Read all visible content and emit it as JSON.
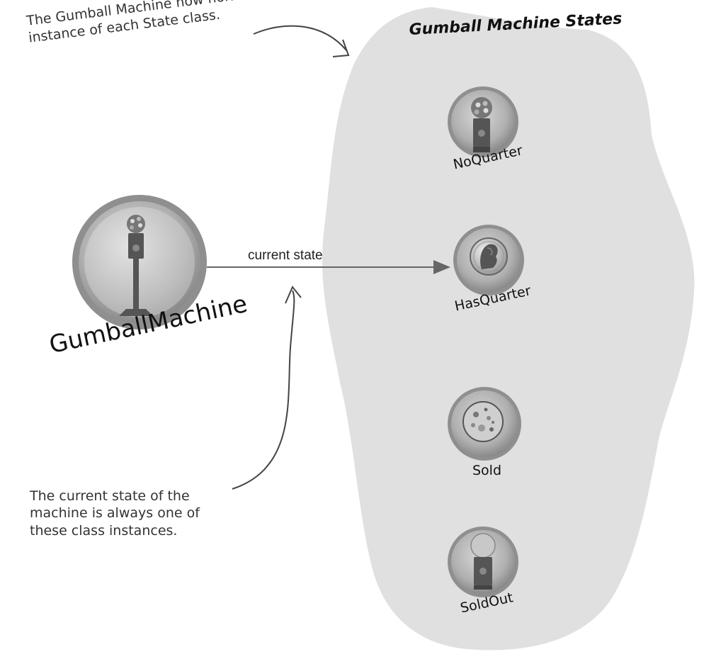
{
  "diagram": {
    "title": "Gumball Machine States",
    "annotation_top": "The Gumball Machine now holds an instance of each State class.",
    "annotation_top_line1": "The Gumball Machine now holds an",
    "annotation_top_line2": "instance of each State class.",
    "annotation_bottom_line1": "The current state of the",
    "annotation_bottom_line2": "machine is always one of",
    "annotation_bottom_line3": "these class instances.",
    "context_node": "GumballMachine",
    "edge_label": "current state",
    "states": [
      {
        "name": "NoQuarter",
        "icon": "gumball-machine-icon"
      },
      {
        "name": "HasQuarter",
        "icon": "quarter-coin-icon"
      },
      {
        "name": "Sold",
        "icon": "gumball-icon"
      },
      {
        "name": "SoldOut",
        "icon": "empty-gumball-machine-icon"
      }
    ],
    "colors": {
      "blob_fill": "#e0e0e0",
      "ring_fill": "#a9a9a9",
      "ink": "#333333"
    }
  }
}
